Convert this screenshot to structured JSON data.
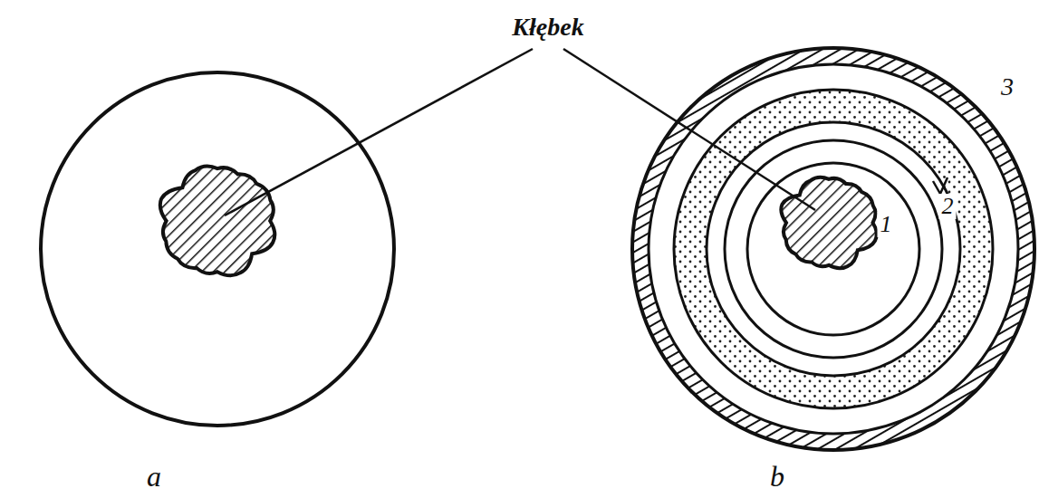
{
  "diagram": {
    "labels": [
      "Kłębek",
      "1",
      "2",
      "3",
      "a",
      "b"
    ]
  }
}
